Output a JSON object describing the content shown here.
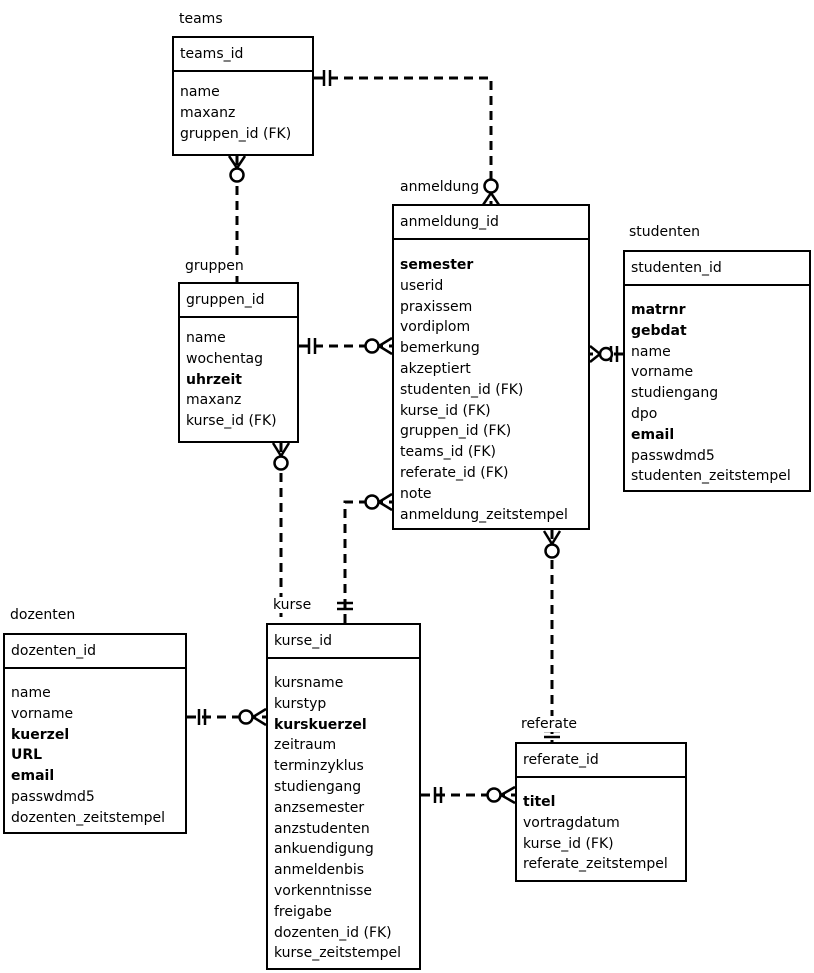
{
  "entities": {
    "teams": {
      "name": "teams",
      "pk": "teams_id",
      "attrs": [
        {
          "text": "name",
          "bold": false
        },
        {
          "text": "maxanz",
          "bold": false
        },
        {
          "text": "gruppen_id (FK)",
          "bold": false
        }
      ]
    },
    "gruppen": {
      "name": "gruppen",
      "pk": "gruppen_id",
      "attrs": [
        {
          "text": "name",
          "bold": false
        },
        {
          "text": "wochentag",
          "bold": false
        },
        {
          "text": "uhrzeit",
          "bold": true
        },
        {
          "text": "maxanz",
          "bold": false
        },
        {
          "text": "kurse_id (FK)",
          "bold": false
        }
      ]
    },
    "anmeldung": {
      "name": "anmeldung",
      "pk": "anmeldung_id",
      "attrs": [
        {
          "text": "semester",
          "bold": true
        },
        {
          "text": "userid",
          "bold": false
        },
        {
          "text": "praxissem",
          "bold": false
        },
        {
          "text": "vordiplom",
          "bold": false
        },
        {
          "text": "bemerkung",
          "bold": false
        },
        {
          "text": "akzeptiert",
          "bold": false
        },
        {
          "text": "studenten_id (FK)",
          "bold": false
        },
        {
          "text": "kurse_id (FK)",
          "bold": false
        },
        {
          "text": "gruppen_id (FK)",
          "bold": false
        },
        {
          "text": "teams_id (FK)",
          "bold": false
        },
        {
          "text": "referate_id (FK)",
          "bold": false
        },
        {
          "text": "note",
          "bold": false
        },
        {
          "text": "anmeldung_zeitstempel",
          "bold": false
        }
      ]
    },
    "studenten": {
      "name": "studenten",
      "pk": "studenten_id",
      "attrs": [
        {
          "text": "matrnr",
          "bold": true
        },
        {
          "text": "gebdat",
          "bold": true
        },
        {
          "text": "name",
          "bold": false
        },
        {
          "text": "vorname",
          "bold": false
        },
        {
          "text": "studiengang",
          "bold": false
        },
        {
          "text": "dpo",
          "bold": false
        },
        {
          "text": "email",
          "bold": true
        },
        {
          "text": "passwdmd5",
          "bold": false
        },
        {
          "text": "studenten_zeitstempel",
          "bold": false
        }
      ]
    },
    "dozenten": {
      "name": "dozenten",
      "pk": "dozenten_id",
      "attrs": [
        {
          "text": "name",
          "bold": false
        },
        {
          "text": "vorname",
          "bold": false
        },
        {
          "text": "kuerzel",
          "bold": true
        },
        {
          "text": "URL",
          "bold": true
        },
        {
          "text": "email",
          "bold": true
        },
        {
          "text": "passwdmd5",
          "bold": false
        },
        {
          "text": "dozenten_zeitstempel",
          "bold": false
        }
      ]
    },
    "kurse": {
      "name": "kurse",
      "pk": "kurse_id",
      "attrs": [
        {
          "text": "kursname",
          "bold": false
        },
        {
          "text": "kurstyp",
          "bold": false
        },
        {
          "text": "kurskuerzel",
          "bold": true
        },
        {
          "text": "zeitraum",
          "bold": false
        },
        {
          "text": "terminzyklus",
          "bold": false
        },
        {
          "text": "studiengang",
          "bold": false
        },
        {
          "text": "anzsemester",
          "bold": false
        },
        {
          "text": "anzstudenten",
          "bold": false
        },
        {
          "text": "ankuendigung",
          "bold": false
        },
        {
          "text": "anmeldenbis",
          "bold": false
        },
        {
          "text": "vorkenntnisse",
          "bold": false
        },
        {
          "text": "freigabe",
          "bold": false
        },
        {
          "text": "dozenten_id (FK)",
          "bold": false
        },
        {
          "text": "kurse_zeitstempel",
          "bold": false
        }
      ]
    },
    "referate": {
      "name": "referate",
      "pk": "referate_id",
      "attrs": [
        {
          "text": "titel",
          "bold": true
        },
        {
          "text": "vortragdatum",
          "bold": false
        },
        {
          "text": "kurse_id (FK)",
          "bold": false
        },
        {
          "text": "referate_zeitstempel",
          "bold": false
        }
      ]
    }
  },
  "relationships": [
    {
      "from": "teams",
      "to": "anmeldung",
      "from_card": "one",
      "to_card": "zero-many"
    },
    {
      "from": "gruppen",
      "to": "teams",
      "from_card": "one",
      "to_card": "zero-many"
    },
    {
      "from": "gruppen",
      "to": "anmeldung",
      "from_card": "one",
      "to_card": "zero-many"
    },
    {
      "from": "kurse",
      "to": "gruppen",
      "from_card": "one",
      "to_card": "zero-many"
    },
    {
      "from": "kurse",
      "to": "anmeldung",
      "from_card": "one",
      "to_card": "zero-many"
    },
    {
      "from": "studenten",
      "to": "anmeldung",
      "from_card": "one",
      "to_card": "zero-many"
    },
    {
      "from": "referate",
      "to": "anmeldung",
      "from_card": "one",
      "to_card": "zero-many"
    },
    {
      "from": "dozenten",
      "to": "kurse",
      "from_card": "one",
      "to_card": "zero-many"
    },
    {
      "from": "kurse",
      "to": "referate",
      "from_card": "one",
      "to_card": "zero-many"
    }
  ]
}
